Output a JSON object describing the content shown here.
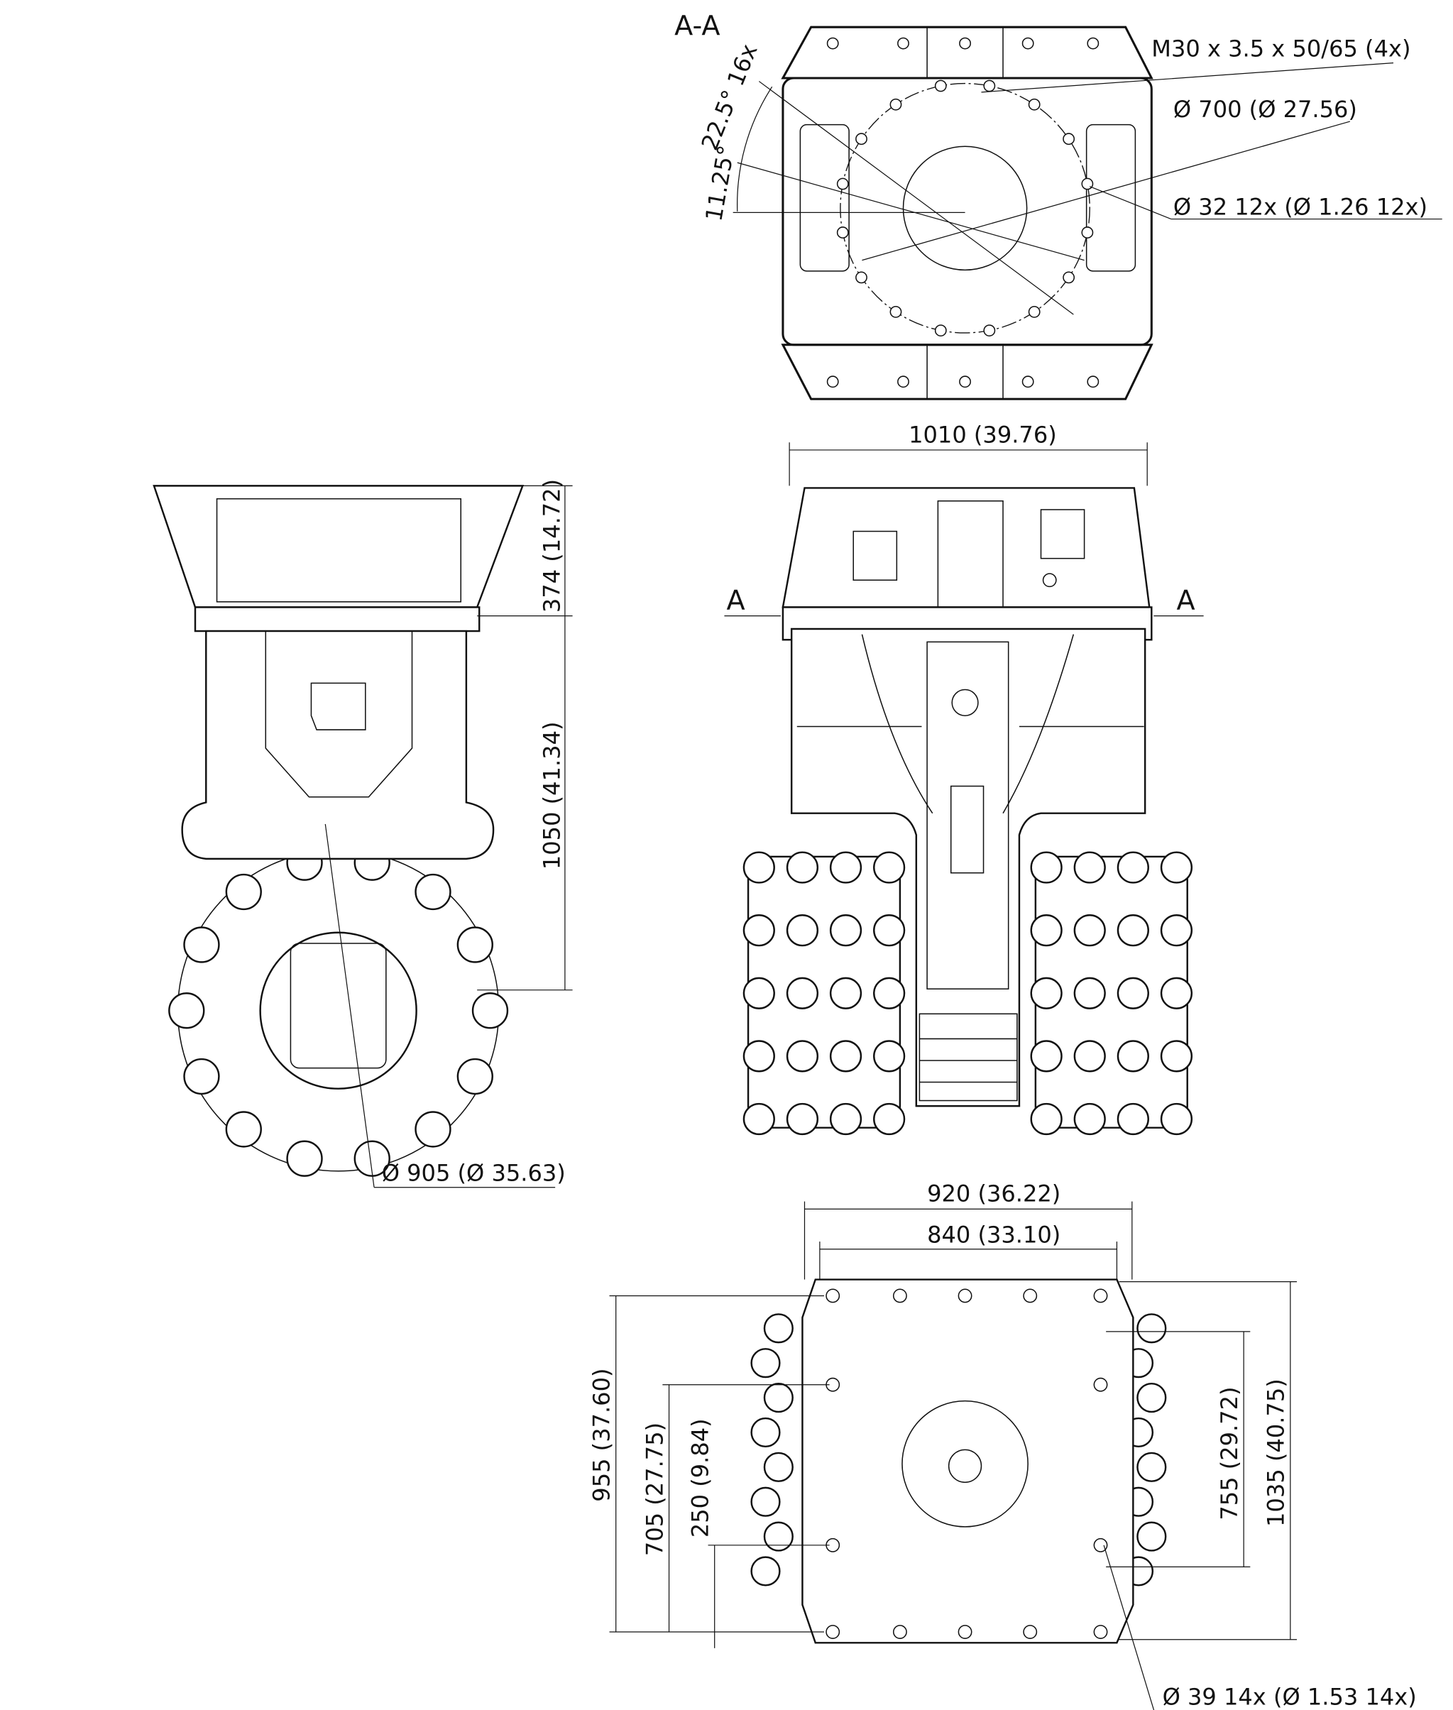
{
  "section": {
    "title": "A-A",
    "marker_left": "A",
    "marker_right": "A"
  },
  "top_view": {
    "thread": "M30 x 3.5 x 50/65 (4x)",
    "bolt_circle": "Ø 700 (Ø 27.56)",
    "bolt_holes": "Ø 32 12x (Ø 1.26 12x)",
    "angle_main": "22.5° 16x",
    "angle_offset": "11.25°"
  },
  "front_view": {
    "width": "1010 (39.76)"
  },
  "side_view": {
    "height_upper": "374 (14.72)",
    "height_lower": "1050 (41.34)",
    "drum_diameter": "Ø 905 (Ø 35.63)"
  },
  "bottom_view": {
    "width_outer": "920 (36.22)",
    "width_inner": "840 (33.10)",
    "height_955": "955 (37.60)",
    "height_705": "705 (27.75)",
    "height_250": "250 (9.84)",
    "height_755": "755 (29.72)",
    "height_1035": "1035 (40.75)",
    "holes": "Ø 39 14x (Ø 1.53 14x)"
  }
}
